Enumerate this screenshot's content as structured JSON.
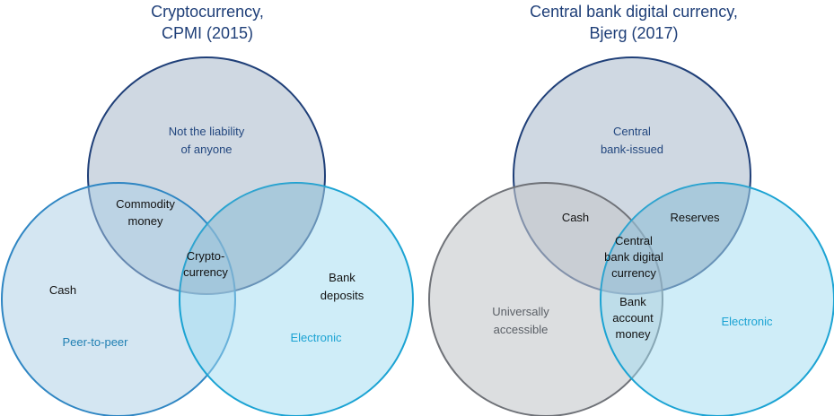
{
  "diagrams": [
    {
      "title_line1": "Cryptocurrency,",
      "title_line2": "CPMI (2015)",
      "labels": {
        "not_liability_line1": "Not the liability",
        "not_liability_line2": "of anyone",
        "commodity_line1": "Commodity",
        "commodity_line2": "money",
        "crypto_line1": "Crypto-",
        "crypto_line2": "currency",
        "cash": "Cash",
        "peer_to_peer": "Peer-to-peer",
        "bank_deposits_line1": "Bank",
        "bank_deposits_line2": "deposits",
        "electronic": "Electronic"
      }
    },
    {
      "title_line1": "Central bank digital currency,",
      "title_line2": "Bjerg (2017)",
      "labels": {
        "central_line1": "Central",
        "central_line2": "bank-issued",
        "cash": "Cash",
        "reserves": "Reserves",
        "cbdc_line1": "Central",
        "cbdc_line2": "bank digital",
        "cbdc_line3": "currency",
        "universal_line1": "Universally",
        "universal_line2": "accessible",
        "bank_account_line1": "Bank",
        "bank_account_line2": "account",
        "bank_account_line3": "money",
        "electronic": "Electronic"
      }
    }
  ],
  "colors": {
    "navy": "#1f3f78",
    "blue": "#2f86c3",
    "cyan": "#1ba3d3",
    "gray": "#6f7278",
    "top_fill": "#9fb1c6",
    "left_fill_1": "#a9cde6",
    "right_fill": "#9fdcf1",
    "left_fill_2": "#c4c8cc"
  }
}
